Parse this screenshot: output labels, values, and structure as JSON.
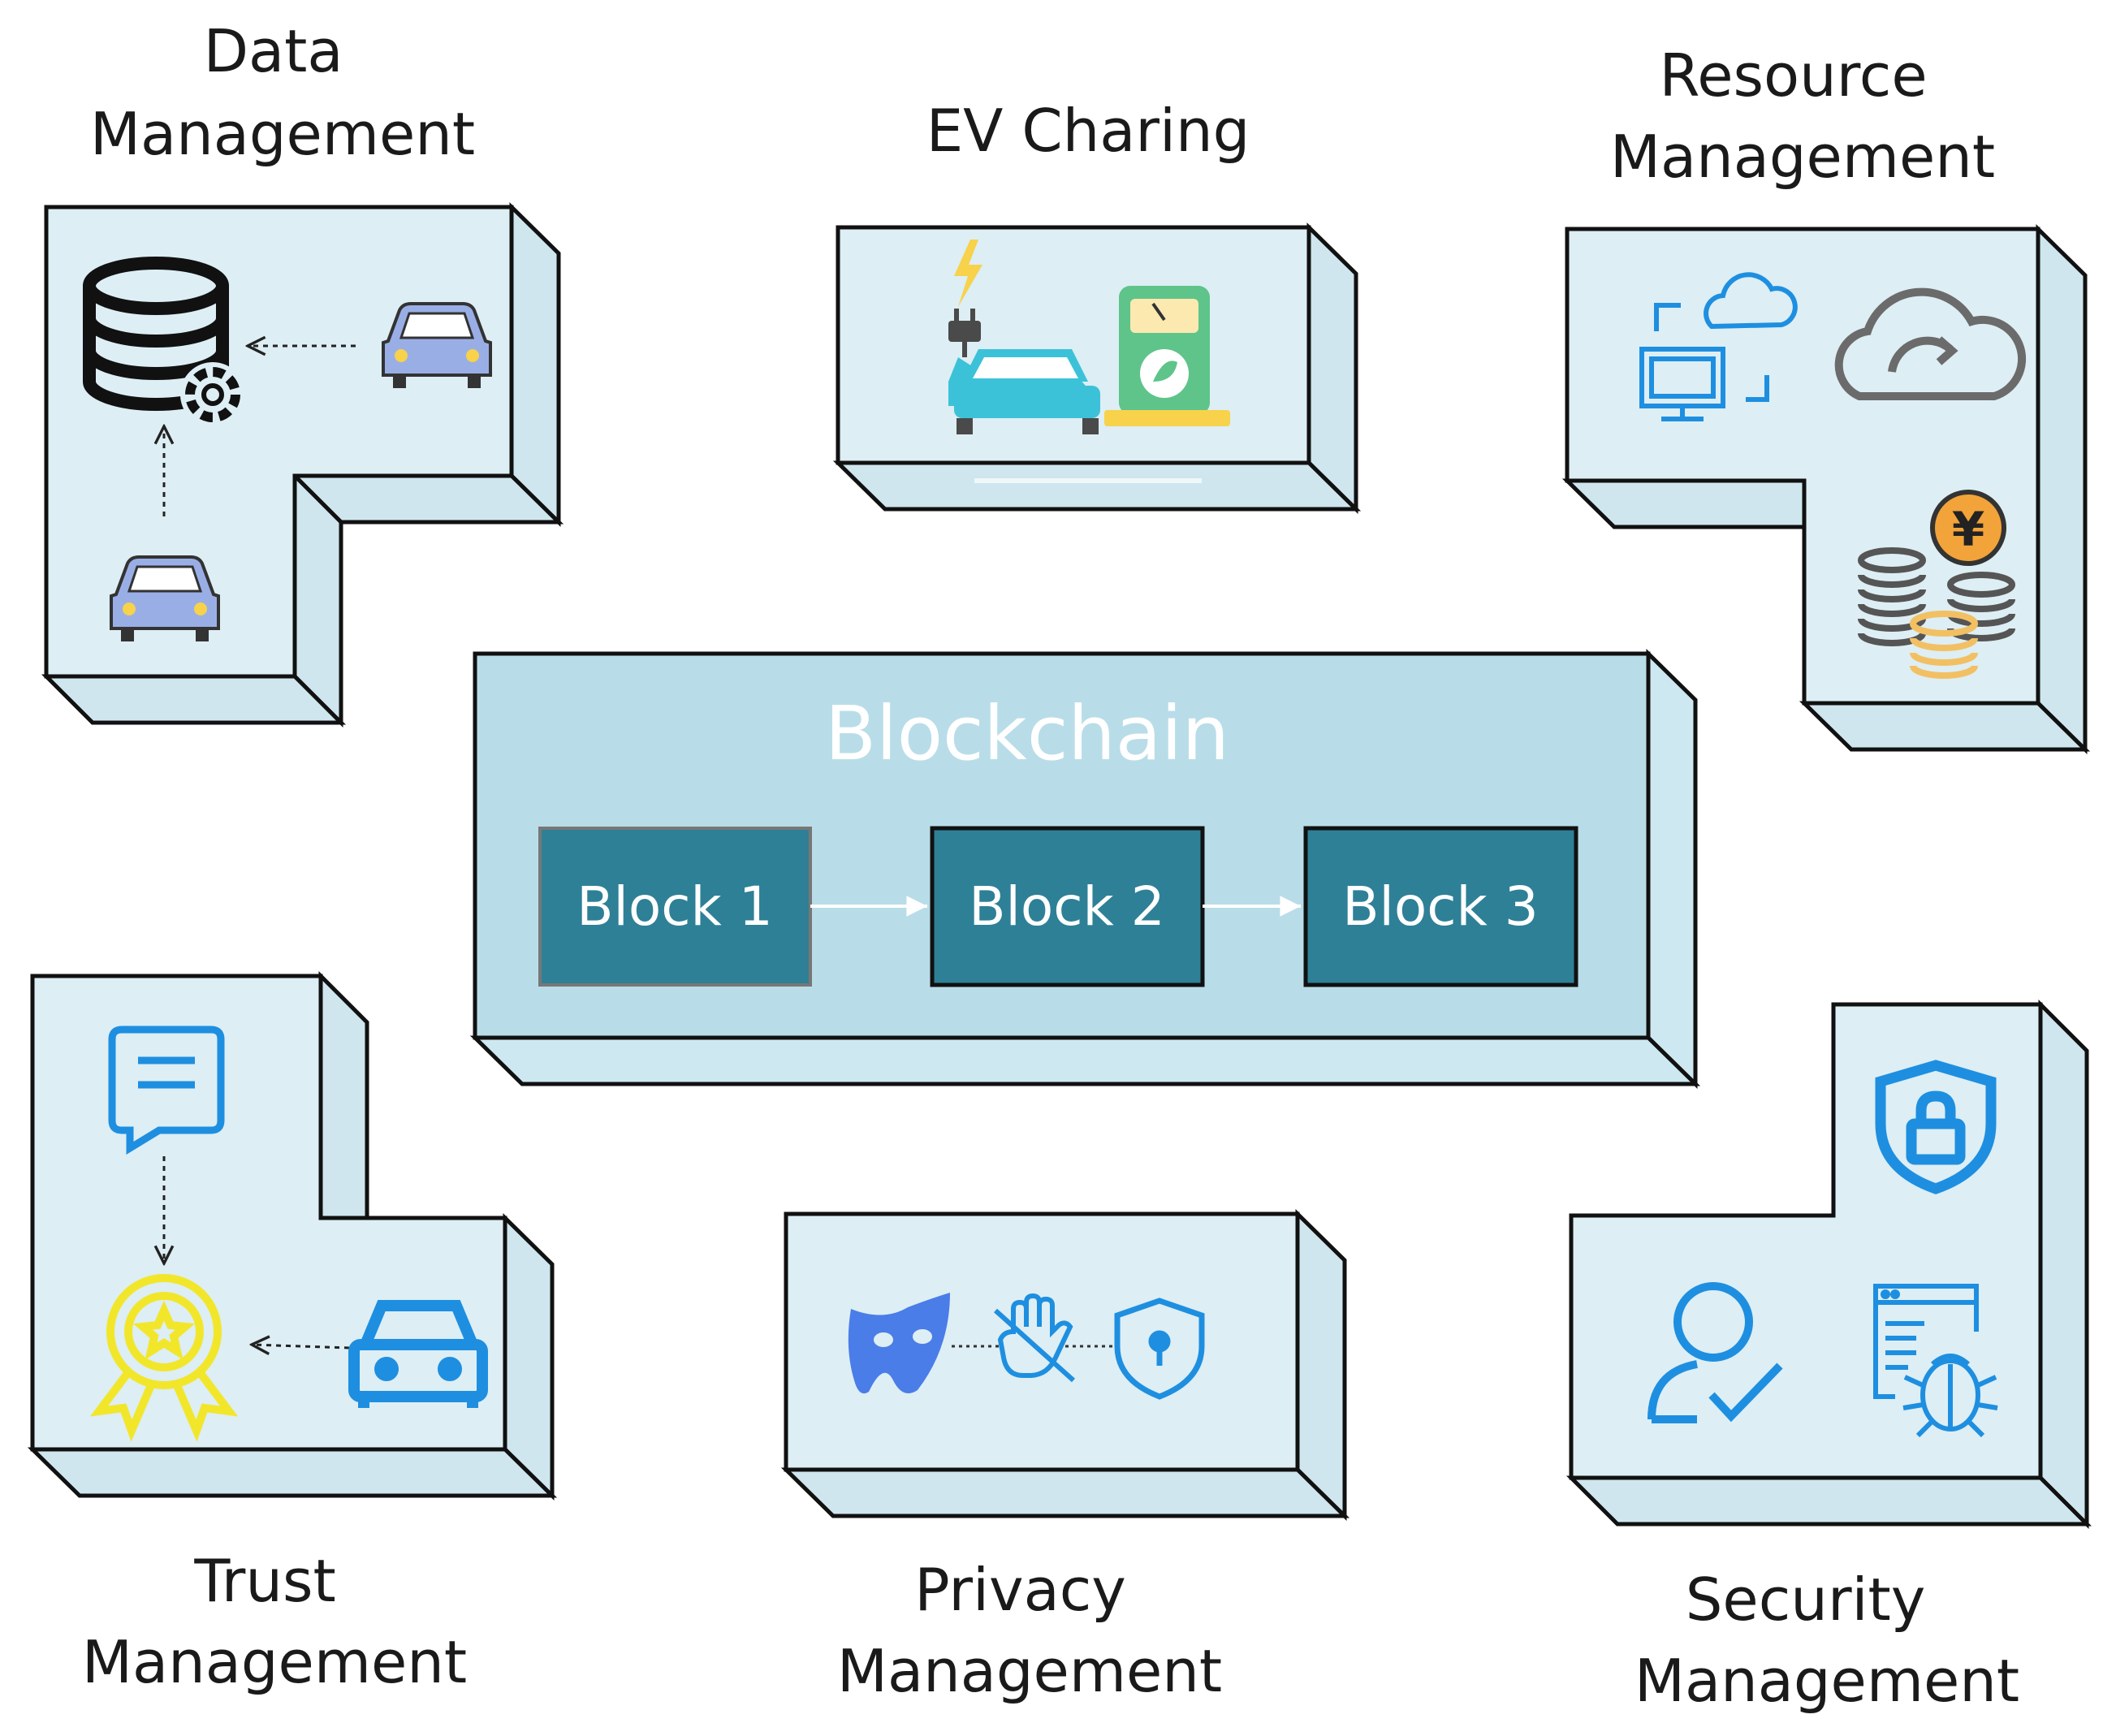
{
  "colors": {
    "panel_face": "#ddeef4",
    "panel_side": "#cfe6ee",
    "blockchain_face": "#b9dde8",
    "blockchain_side": "#cde8f0",
    "block_fill": "#2e8096",
    "outline": "#111111",
    "icon_blue": "#1e8fe0",
    "icon_gray": "#6b6b6b",
    "icon_yellow": "#f2e62a"
  },
  "labels": {
    "data_management": [
      "Data",
      "Management"
    ],
    "ev_charging": [
      "EV Charing"
    ],
    "resource_management": [
      "Resource",
      "Management"
    ],
    "trust_management": [
      "Trust",
      "Management"
    ],
    "privacy_management": [
      "Privacy",
      "Management"
    ],
    "security_management": [
      "Security",
      "Management"
    ]
  },
  "blockchain": {
    "title": "Blockchain",
    "blocks": [
      "Block 1",
      "Block 2",
      "Block 3"
    ]
  },
  "icons": {
    "data": [
      "database-gear-icon",
      "car-icon",
      "car-icon"
    ],
    "ev": [
      "ev-charging-station-icon"
    ],
    "resource": [
      "computer-cloud-icon",
      "cloud-sync-icon",
      "coins-yen-icon"
    ],
    "trust": [
      "message-icon",
      "award-badge-icon",
      "car-icon"
    ],
    "privacy": [
      "mask-icon",
      "no-hand-icon",
      "shield-keyhole-icon"
    ],
    "security": [
      "shield-lock-icon",
      "user-check-icon",
      "bug-report-icon"
    ],
    "coin_symbol": "¥"
  }
}
